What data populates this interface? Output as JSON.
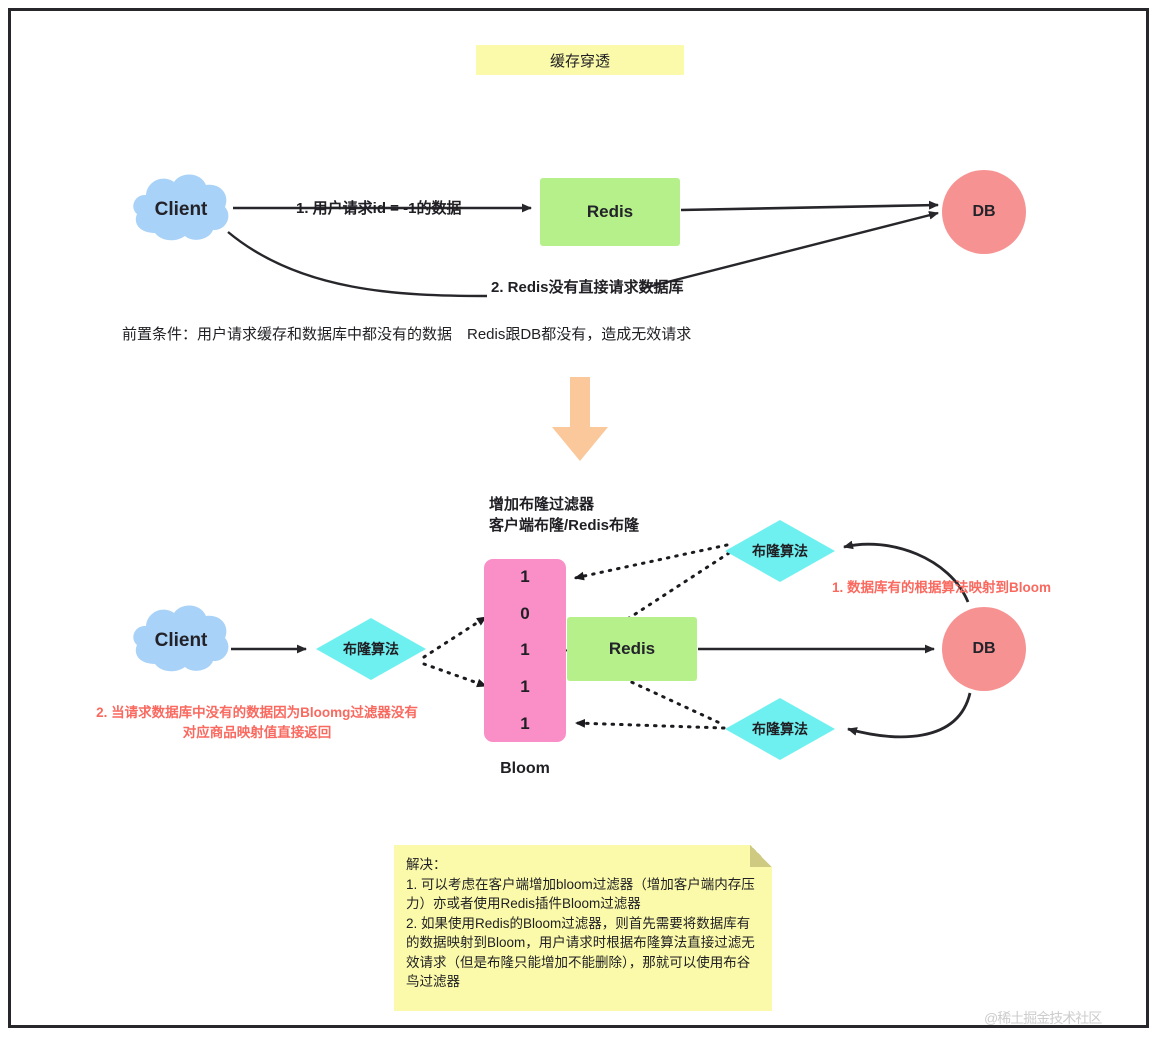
{
  "title_banner": {
    "label": "缓存穿透"
  },
  "top_flow": {
    "client_label": "Client",
    "redis_label": "Redis",
    "db_label": "DB",
    "step1_label": "1. 用户请求id = -1的数据",
    "step2_label": "2. Redis没有直接请求数据库",
    "precondition": "前置条件：用户请求缓存和数据库中都没有的数据　Redis跟DB都没有，造成无效请求"
  },
  "transition": {
    "arrow_icon": "down-arrow-icon",
    "arrow_color": "#fac89a"
  },
  "bottom_flow": {
    "heading_line1": "增加布隆过滤器",
    "heading_line2": "客户端布隆/Redis布隆",
    "client_label": "Client",
    "redis_label": "Redis",
    "db_label": "DB",
    "diamond_client_label": "布隆算法",
    "diamond_upper_label": "布隆算法",
    "diamond_lower_label": "布隆算法",
    "bloom_title": "Bloom",
    "bloom_bits": [
      "1",
      "0",
      "1",
      "1",
      "1"
    ],
    "red_note_1": "1. 数据库有的根据算法映射到Bloom",
    "red_note_2": "2. 当请求数据库中没有的数据因为Bloomg过滤器没有对应商品映射值直接返回"
  },
  "solution_note": {
    "text": "解决：\n1. 可以考虑在客户端增加bloom过滤器（增加客户端内存压力）亦或者使用Redis插件Bloom过滤器\n2. 如果使用Redis的Bloom过滤器，则首先需要将数据库有的数据映射到Bloom，用户请求时根据布隆算法直接过滤无效请求（但是布隆只能增加不能删除），那就可以使用布谷鸟过滤器"
  },
  "watermark": {
    "text": "@稀土掘金技术社区"
  },
  "colors": {
    "banner": "#fbfaaa",
    "cloud": "#a8d2f7",
    "redis": "#b6f08a",
    "db": "#f79292",
    "diamond": "#6ff0f0",
    "bloom": "#fa8fc8",
    "note": "#fbfaaa",
    "red_text": "#f9695f",
    "edge": "#26262b"
  }
}
